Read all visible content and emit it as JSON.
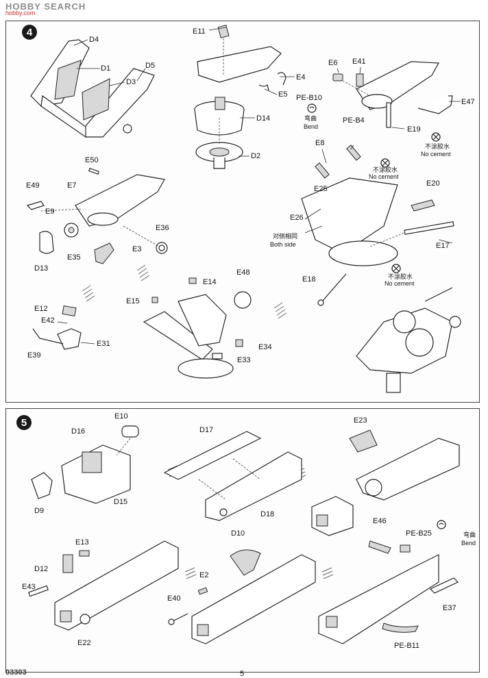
{
  "watermark": {
    "brand": "HOBBY SEARCH",
    "sub": "hobby.com"
  },
  "steps": [
    "4",
    "5"
  ],
  "parts_step4": [
    "D4",
    "D1",
    "D5",
    "D3",
    "E11",
    "E4",
    "E5",
    "D14",
    "D2",
    "E6",
    "E41",
    "PE-B10",
    "PE-B4",
    "E47",
    "E19",
    "E8",
    "E25",
    "E20",
    "E26",
    "E17",
    "E18",
    "E50",
    "E49",
    "E7",
    "E9",
    "E36",
    "D13",
    "E35",
    "E3",
    "E12",
    "E42",
    "E31",
    "E39",
    "E14",
    "E48",
    "E15",
    "E34",
    "E33"
  ],
  "parts_step5": [
    "E10",
    "D16",
    "D15",
    "D9",
    "D17",
    "D18",
    "E23",
    "E13",
    "D12",
    "E43",
    "E22",
    "D10",
    "E2",
    "E40",
    "E46",
    "PE-B25",
    "E37",
    "PE-B11"
  ],
  "notes": {
    "bend_cn": "弯曲",
    "bend_en": "Bend",
    "no_cement_cn": "不涂胶水",
    "no_cement_en": "No cement",
    "both_side_cn": "对侧相同",
    "both_side_en": "Both side"
  },
  "footer": {
    "page_code": "03303",
    "page_num": "5"
  }
}
